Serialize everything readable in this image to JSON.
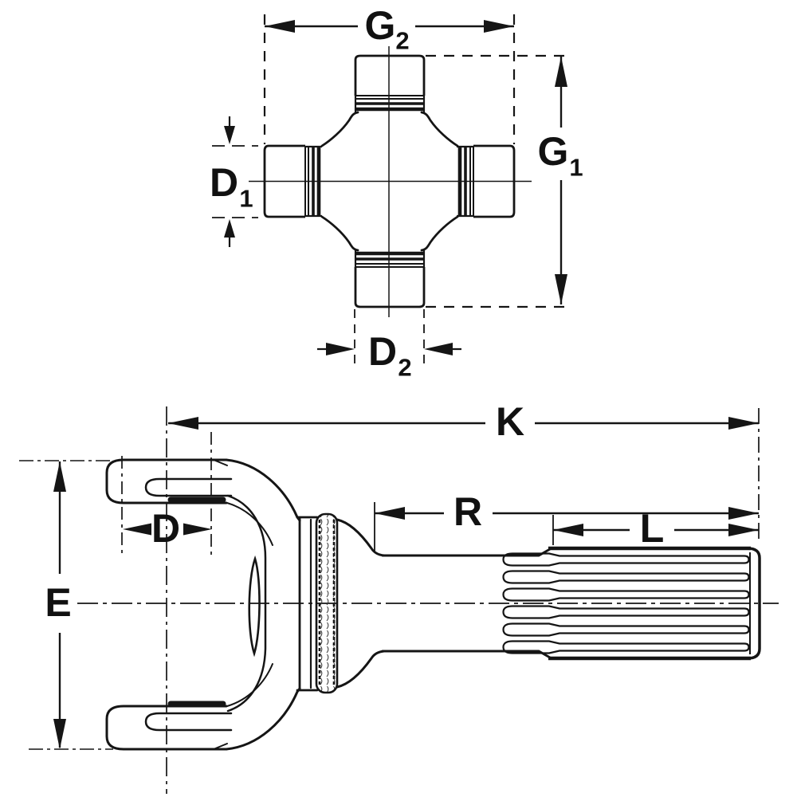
{
  "drawing": {
    "type": "technical-line-drawing",
    "colors": {
      "ink": "#151515",
      "background": "#ffffff"
    }
  },
  "labels": {
    "G2": {
      "main": "G",
      "sub": "2"
    },
    "G1": {
      "main": "G",
      "sub": "1"
    },
    "D1": {
      "main": "D",
      "sub": "1"
    },
    "D2": {
      "main": "D",
      "sub": "2"
    },
    "K": {
      "main": "K"
    },
    "R": {
      "main": "R"
    },
    "L": {
      "main": "L"
    },
    "D": {
      "main": "D"
    },
    "E": {
      "main": "E"
    }
  }
}
